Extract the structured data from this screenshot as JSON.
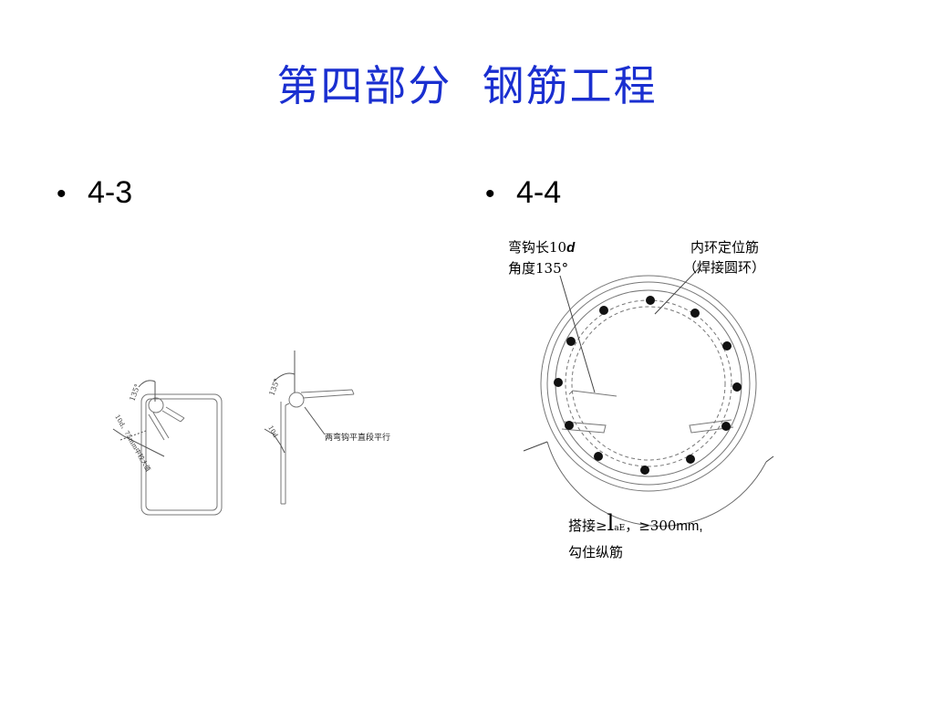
{
  "slide": {
    "title": "第四部分  钢筋工程"
  },
  "bullets": {
    "marker": "•",
    "left": "4-3",
    "right": "4-4"
  },
  "figure_left": {
    "angle_a": "135°",
    "angle_b": "135°",
    "length_b": "10d",
    "length_a": "10d、75mm中较大值",
    "note_parallel": "两弯钩平直段平行"
  },
  "figure_right": {
    "hook_line1_prefix": "弯钩长10",
    "hook_line1_var": "d",
    "hook_line2": "角度135°",
    "ring_line1": "内环定位筋",
    "ring_line2": "（焊接圆环）",
    "lap_prefix": "搭接≥",
    "lap_symbol": "l",
    "lap_sub": "aE",
    "lap_suffix": "，≥300",
    "lap_unit": "mm,",
    "lap_line2": "勾住纵筋"
  }
}
